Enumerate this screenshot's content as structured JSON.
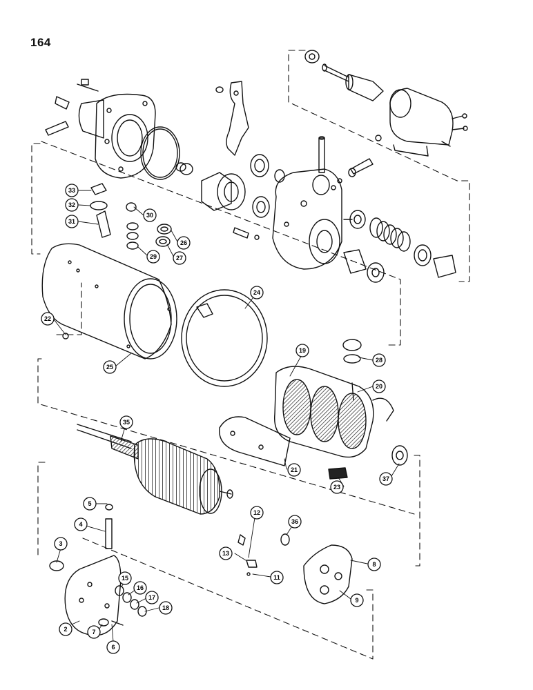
{
  "page": {
    "number": "164"
  },
  "callouts": [
    {
      "id": "c2",
      "label": "2"
    },
    {
      "id": "c3",
      "label": "3"
    },
    {
      "id": "c4",
      "label": "4"
    },
    {
      "id": "c5",
      "label": "5"
    },
    {
      "id": "c6",
      "label": "6"
    },
    {
      "id": "c7",
      "label": "7"
    },
    {
      "id": "c8",
      "label": "8"
    },
    {
      "id": "c9",
      "label": "9"
    },
    {
      "id": "c11",
      "label": "11"
    },
    {
      "id": "c12",
      "label": "12"
    },
    {
      "id": "c13",
      "label": "13"
    },
    {
      "id": "c15",
      "label": "15"
    },
    {
      "id": "c16",
      "label": "16"
    },
    {
      "id": "c17",
      "label": "17"
    },
    {
      "id": "c18",
      "label": "18"
    },
    {
      "id": "c19",
      "label": "19"
    },
    {
      "id": "c20",
      "label": "20"
    },
    {
      "id": "c21",
      "label": "21"
    },
    {
      "id": "c22",
      "label": "22"
    },
    {
      "id": "c23",
      "label": "23"
    },
    {
      "id": "c24",
      "label": "24"
    },
    {
      "id": "c25",
      "label": "25"
    },
    {
      "id": "c26",
      "label": "26"
    },
    {
      "id": "c27",
      "label": "27"
    },
    {
      "id": "c28",
      "label": "28"
    },
    {
      "id": "c29",
      "label": "29"
    },
    {
      "id": "c30",
      "label": "30"
    },
    {
      "id": "c31",
      "label": "31"
    },
    {
      "id": "c32",
      "label": "32"
    },
    {
      "id": "c33",
      "label": "33"
    },
    {
      "id": "c35",
      "label": "35"
    },
    {
      "id": "c36",
      "label": "36"
    },
    {
      "id": "c37",
      "label": "37"
    }
  ]
}
